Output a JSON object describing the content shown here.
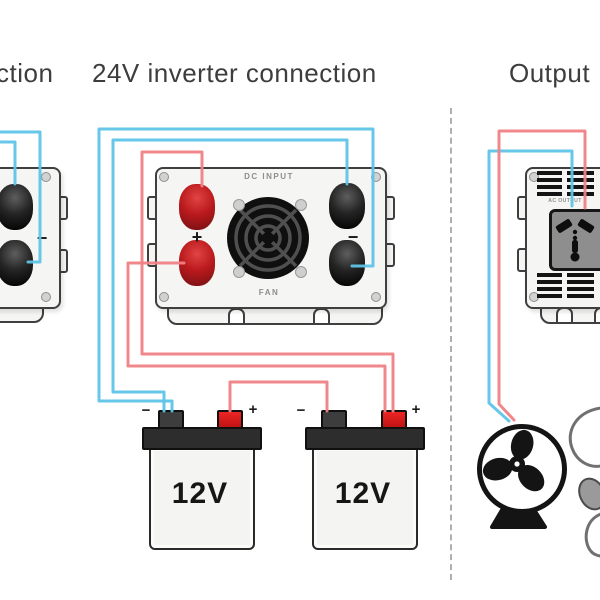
{
  "titles": {
    "left_fragment": "ction",
    "main": "24V inverter connection",
    "output": "Output"
  },
  "inverter": {
    "dc_input_label": "DC INPUT",
    "fan_label": "FAN",
    "plus_label": "+",
    "minus_label": "−"
  },
  "left_device": {
    "minus_label": "−"
  },
  "output_device": {
    "ac_output_label": "AC OUTPUT"
  },
  "batteries": [
    {
      "label": "12V",
      "minus": "−",
      "plus": "+"
    },
    {
      "label": "12V",
      "minus": "−",
      "plus": "+"
    }
  ],
  "colors": {
    "wire_red": "#ef8285",
    "wire_blue": "#5ec4e8",
    "terminal_red": "#bb1a1d",
    "terminal_black": "#1e1e1e",
    "body_fill": "#f5f5f3",
    "outline": "#3f3f3f",
    "battery_top": "#2d2d2d",
    "text_dark": "#3d3d3d",
    "divider_gray": "#9c9c9c"
  }
}
